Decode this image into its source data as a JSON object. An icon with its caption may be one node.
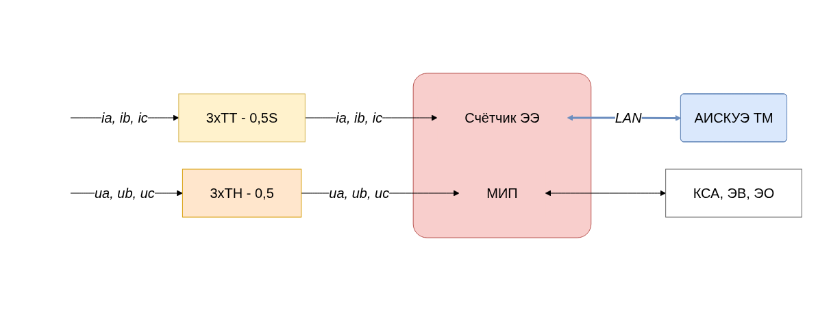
{
  "diagram": {
    "nodes": [
      {
        "text": [
          "3хТТ - 0,5S"
        ]
      },
      {
        "text": [],
        "shape": "box"
      },
      {
        "text": [
          "Счётчик ЭЭ"
        ],
        "in": 1
      },
      {
        "text": [
          "АИСКУЭ ТМ"
        ]
      },
      {
        "text": [
          "3хТН - 0,5"
        ]
      },
      {
        "text": [
          "МИП"
        ],
        "in": 1
      },
      {
        "text": [
          "КСА, ЭВ, ЭО"
        ]
      }
    ],
    "edges": [
      {
        "from": null,
        "to": 0,
        "arrow": "to",
        "label": "ia, ib, ic"
      },
      {
        "from": 0,
        "to": 2,
        "arrow": "to",
        "label": "ia, ib, ic"
      },
      {
        "from": 2,
        "to": 3,
        "arrow": "both",
        "label": "LAN",
        "style": "thick",
        "color": "#6c8ebf"
      },
      {
        "from": null,
        "to": 4,
        "arrow": "to",
        "label": "ua, ub, uc"
      },
      {
        "from": 4,
        "to": 5,
        "arrow": "to",
        "label": "ua, ub, uc"
      },
      {
        "from": 5,
        "to": 6,
        "arrow": "both"
      }
    ]
  }
}
